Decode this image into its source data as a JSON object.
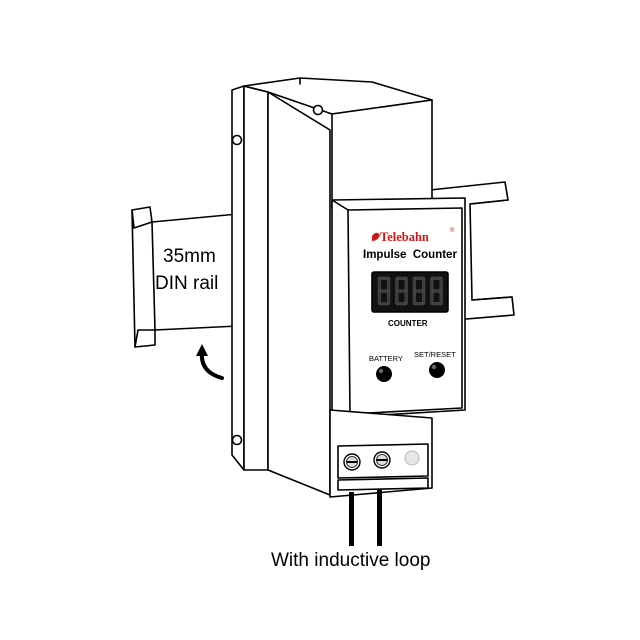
{
  "rail_label_line1": "35mm",
  "rail_label_line2": "DIN rail",
  "brand": "Telebahn",
  "brand_mark": "®",
  "product_title": "Impulse  Counter",
  "display_value": "8888",
  "display_label": "COUNTER",
  "buttons": [
    {
      "label": "BATTERY"
    },
    {
      "label": "SET/RESET"
    }
  ],
  "caption": "With inductive loop",
  "colors": {
    "line": "#000000",
    "fill": "#ffffff",
    "display_bg": "#111111",
    "segment_off": "#3a3a3a",
    "brand_red": "#d01818"
  }
}
